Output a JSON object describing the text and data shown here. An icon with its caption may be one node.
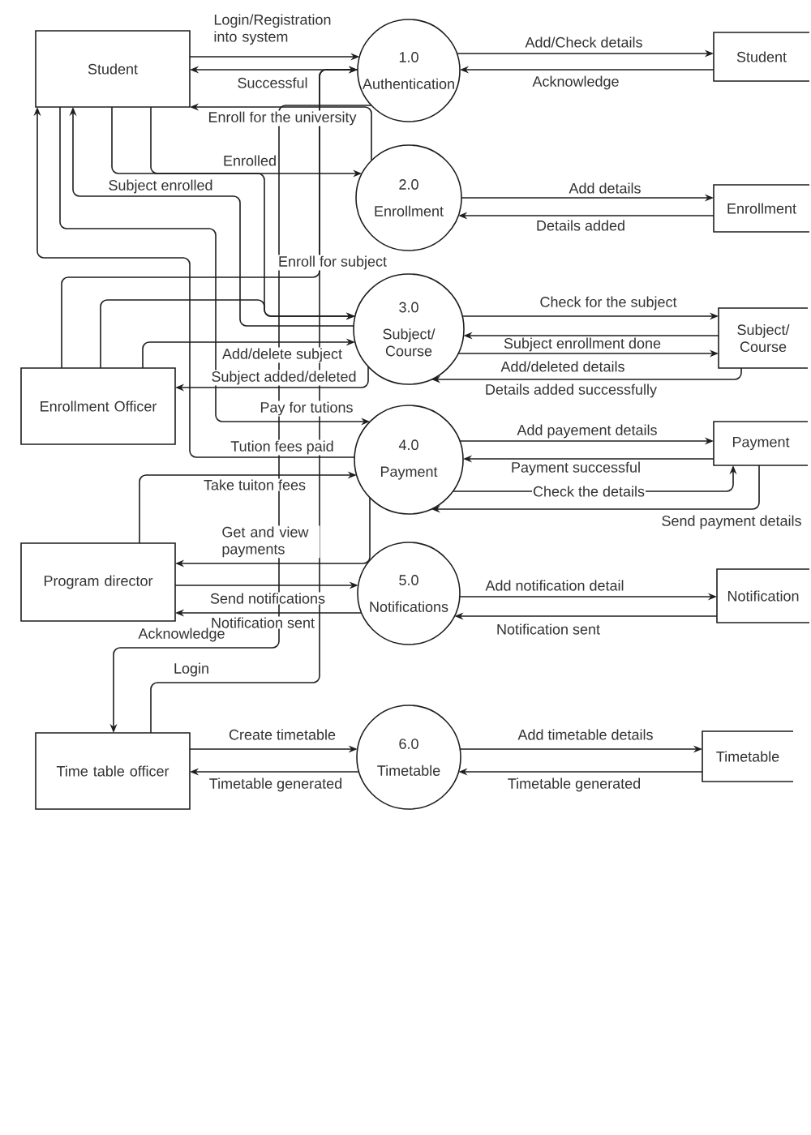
{
  "diagram": {
    "nodes": [
      {
        "text": [
          "Student"
        ]
      },
      {
        "text": [
          "1.0",
          "Authentication"
        ]
      },
      {
        "text": [
          "Student"
        ]
      },
      {
        "text": [
          "2.0",
          "Enrollment"
        ]
      },
      {
        "text": [
          "Enrollment"
        ]
      },
      {
        "text": [
          "3.0",
          "Subject/ Course"
        ]
      },
      {
        "text": [
          "Subject/ Course"
        ]
      },
      {
        "text": [
          "Enrollment Officer"
        ]
      },
      {
        "text": [
          "4.0",
          "Payment"
        ]
      },
      {
        "text": [
          "Payment"
        ]
      },
      {
        "text": [
          "Program director"
        ]
      },
      {
        "text": [
          "5.0",
          "Notifications"
        ]
      },
      {
        "text": [
          "Notification"
        ]
      },
      {
        "text": [
          "Time table officer"
        ]
      },
      {
        "text": [
          "6.0",
          "Timetable"
        ]
      },
      {
        "text": [
          "Timetable"
        ]
      }
    ],
    "edges": [
      {
        "from": 0,
        "to": 1,
        "arrow": "to",
        "label": "Login/Registration into system"
      },
      {
        "from": 1,
        "to": 0,
        "arrow": "to",
        "label": "Successful"
      },
      {
        "from": 1,
        "to": 2,
        "arrow": "to",
        "label": "Add/Check details"
      },
      {
        "from": 2,
        "to": 1,
        "arrow": "to",
        "label": "Acknowledge"
      },
      {
        "from": 3,
        "to": 0,
        "arrow": "to",
        "label": "Enroll for the university"
      },
      {
        "from": 1,
        "to": 13,
        "arrow": "to",
        "label": "Acknowledge"
      },
      {
        "from": 13,
        "to": 1,
        "arrow": "to",
        "label": "Login"
      },
      {
        "from": 0,
        "to": 3,
        "arrow": "to",
        "label": "Enrolled"
      },
      {
        "from": 3,
        "to": 4,
        "arrow": "to",
        "label": "Add details"
      },
      {
        "from": 4,
        "to": 3,
        "arrow": "to",
        "label": "Details added"
      },
      {
        "from": 0,
        "to": 5,
        "arrow": "to"
      },
      {
        "from": 5,
        "to": 0,
        "arrow": "to",
        "label": "Subject enrolled"
      },
      {
        "from": 5,
        "to": 6,
        "arrow": "to",
        "label": "Check for the subject"
      },
      {
        "from": 6,
        "to": 5,
        "arrow": "to",
        "label": "Subject enrollment done"
      },
      {
        "from": 5,
        "to": 6,
        "arrow": "to",
        "label": "Add/deleted details"
      },
      {
        "from": 6,
        "to": 5,
        "arrow": "to",
        "label": "Details added successfully"
      },
      {
        "from": 7,
        "to": 5,
        "arrow": "to",
        "label": "Add/delete subject"
      },
      {
        "from": 5,
        "to": 7,
        "arrow": "to",
        "label": "Subject added/deleted"
      },
      {
        "from": 7,
        "to": 1,
        "arrow": "to",
        "label": "Enroll for subject"
      },
      {
        "from": 7,
        "to": 5,
        "arrow": "to"
      },
      {
        "from": 0,
        "to": 8,
        "arrow": "to",
        "label": "Pay for tutions"
      },
      {
        "from": 8,
        "to": 0,
        "arrow": "to",
        "label": "Tution fees paid"
      },
      {
        "from": 10,
        "to": 8,
        "arrow": "to",
        "label": "Take tuiton fees"
      },
      {
        "from": 8,
        "to": 10,
        "arrow": "to",
        "label": "Get and view payments"
      },
      {
        "from": 8,
        "to": 9,
        "arrow": "to",
        "label": "Add payement details"
      },
      {
        "from": 9,
        "to": 8,
        "arrow": "to",
        "label": "Payment successful"
      },
      {
        "from": 8,
        "to": 9,
        "arrow": "to",
        "label": "Check the details"
      },
      {
        "from": 9,
        "to": 8,
        "arrow": "to",
        "label": "Send payment details"
      },
      {
        "from": 10,
        "to": 11,
        "arrow": "to",
        "label": "Send notifications"
      },
      {
        "from": 11,
        "to": 10,
        "arrow": "to",
        "label": "Notification sent"
      },
      {
        "from": 11,
        "to": 12,
        "arrow": "to",
        "label": "Add notification detail"
      },
      {
        "from": 12,
        "to": 11,
        "arrow": "to",
        "label": "Notification sent"
      },
      {
        "from": 13,
        "to": 14,
        "arrow": "to",
        "label": "Create timetable"
      },
      {
        "from": 14,
        "to": 13,
        "arrow": "to",
        "label": "Timetable generated"
      },
      {
        "from": 14,
        "to": 15,
        "arrow": "to",
        "label": "Add timetable details"
      },
      {
        "from": 15,
        "to": 14,
        "arrow": "to",
        "label": "Timetable generated"
      }
    ]
  }
}
